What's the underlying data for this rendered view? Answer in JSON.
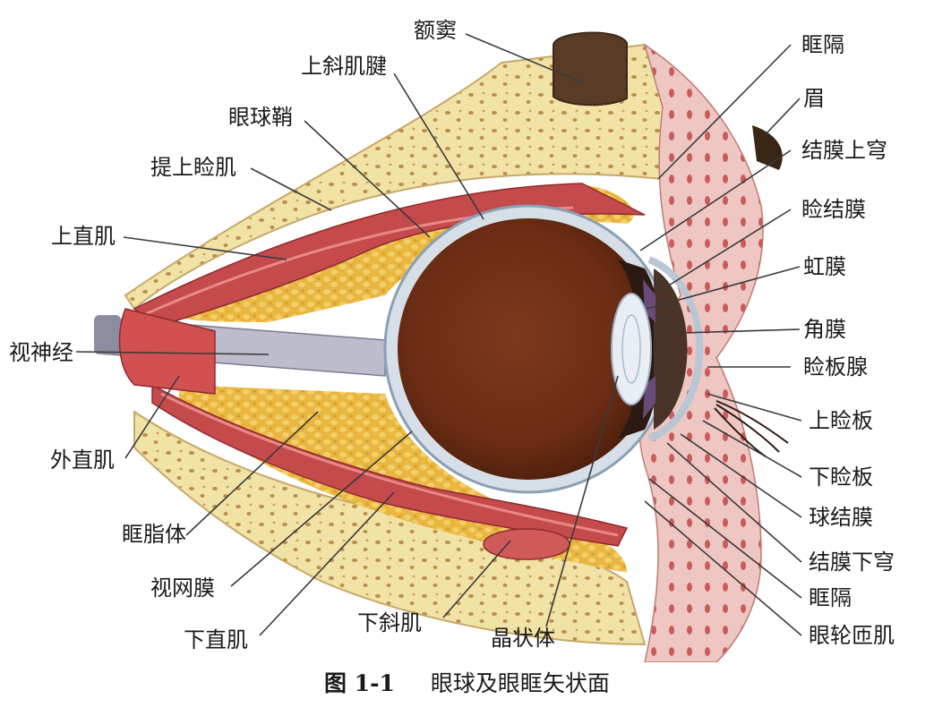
{
  "labels": {
    "frontal_sinus": "额窦",
    "superior_oblique_tendon": "上斜肌腱",
    "eyeball_sheath": "眼球鞘",
    "levator_palpebrae": "提上睑肌",
    "superior_rectus": "上直肌",
    "optic_nerve": "视神经",
    "lateral_rectus": "外直肌",
    "orbital_fat": "眶脂体",
    "retina": "视网膜",
    "inferior_rectus": "下直肌",
    "inferior_oblique": "下斜肌",
    "lens": "晶状体",
    "orbital_septum_upper": "眶隔",
    "eyebrow": "眉",
    "superior_fornix": "结膜上穹",
    "palpebral_conjunctiva": "睑结膜",
    "iris": "虹膜",
    "cornea": "角膜",
    "tarsal_glands": "睑板腺",
    "superior_tarsus": "上睑板",
    "inferior_tarsus": "下睑板",
    "bulbar_conjunctiva": "球结膜",
    "inferior_fornix": "结膜下穹",
    "orbital_septum_lower": "眶隔",
    "orbicularis_oculi": "眼轮匝肌"
  },
  "caption": {
    "number": "图 1-1",
    "title": "眼球及眼眶矢状面"
  },
  "colors": {
    "bone": "#f1e2a6",
    "bone_pores": "#b98f4a",
    "fat": "#e7b43f",
    "muscle": "#c9484a",
    "skin": "#eec2bf",
    "choroid": "#6e2f16",
    "sclera": "#d4dde6",
    "nerve": "#b9b9c8",
    "leader_line": "#3a3a3a"
  }
}
